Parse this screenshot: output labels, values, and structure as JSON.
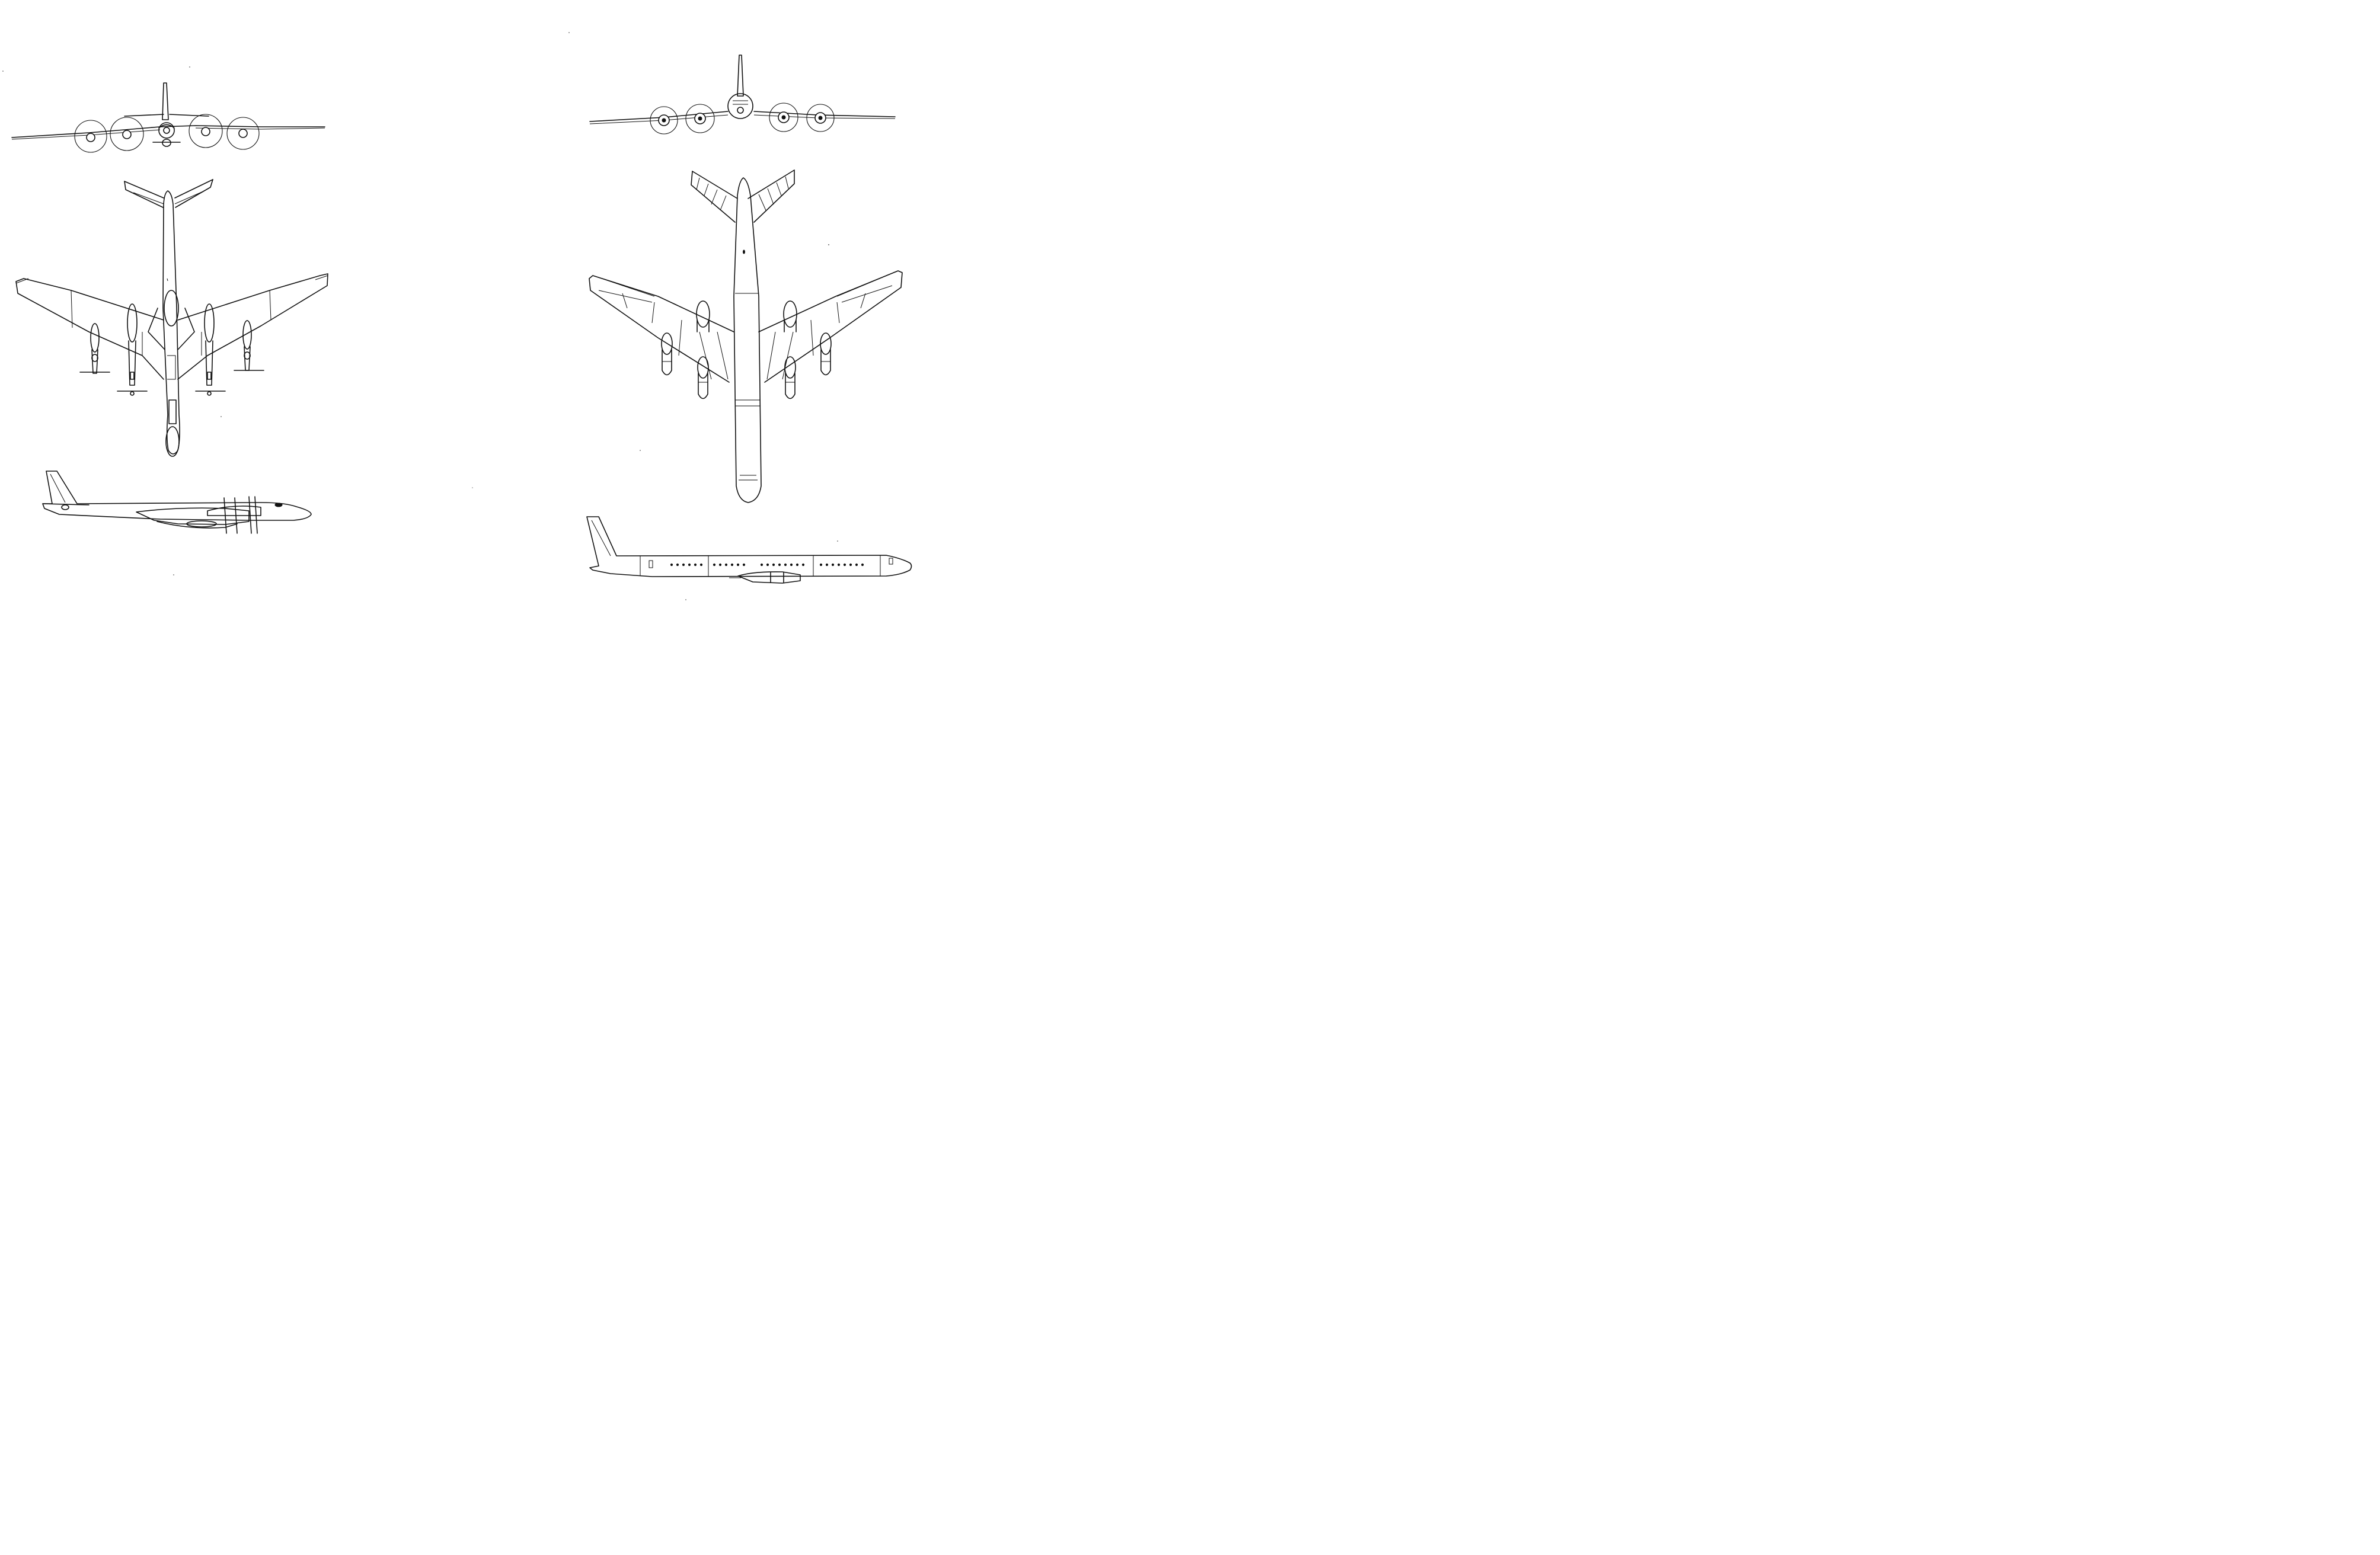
{
  "views": [
    {
      "aircraft": "left-aircraft",
      "projection": "front"
    },
    {
      "aircraft": "left-aircraft",
      "projection": "top"
    },
    {
      "aircraft": "left-aircraft",
      "projection": "side"
    },
    {
      "aircraft": "right-aircraft",
      "projection": "front"
    },
    {
      "aircraft": "right-aircraft",
      "projection": "top"
    },
    {
      "aircraft": "right-aircraft",
      "projection": "side"
    }
  ],
  "colors": {
    "ink": "#111111",
    "paper": "#ffffff"
  }
}
